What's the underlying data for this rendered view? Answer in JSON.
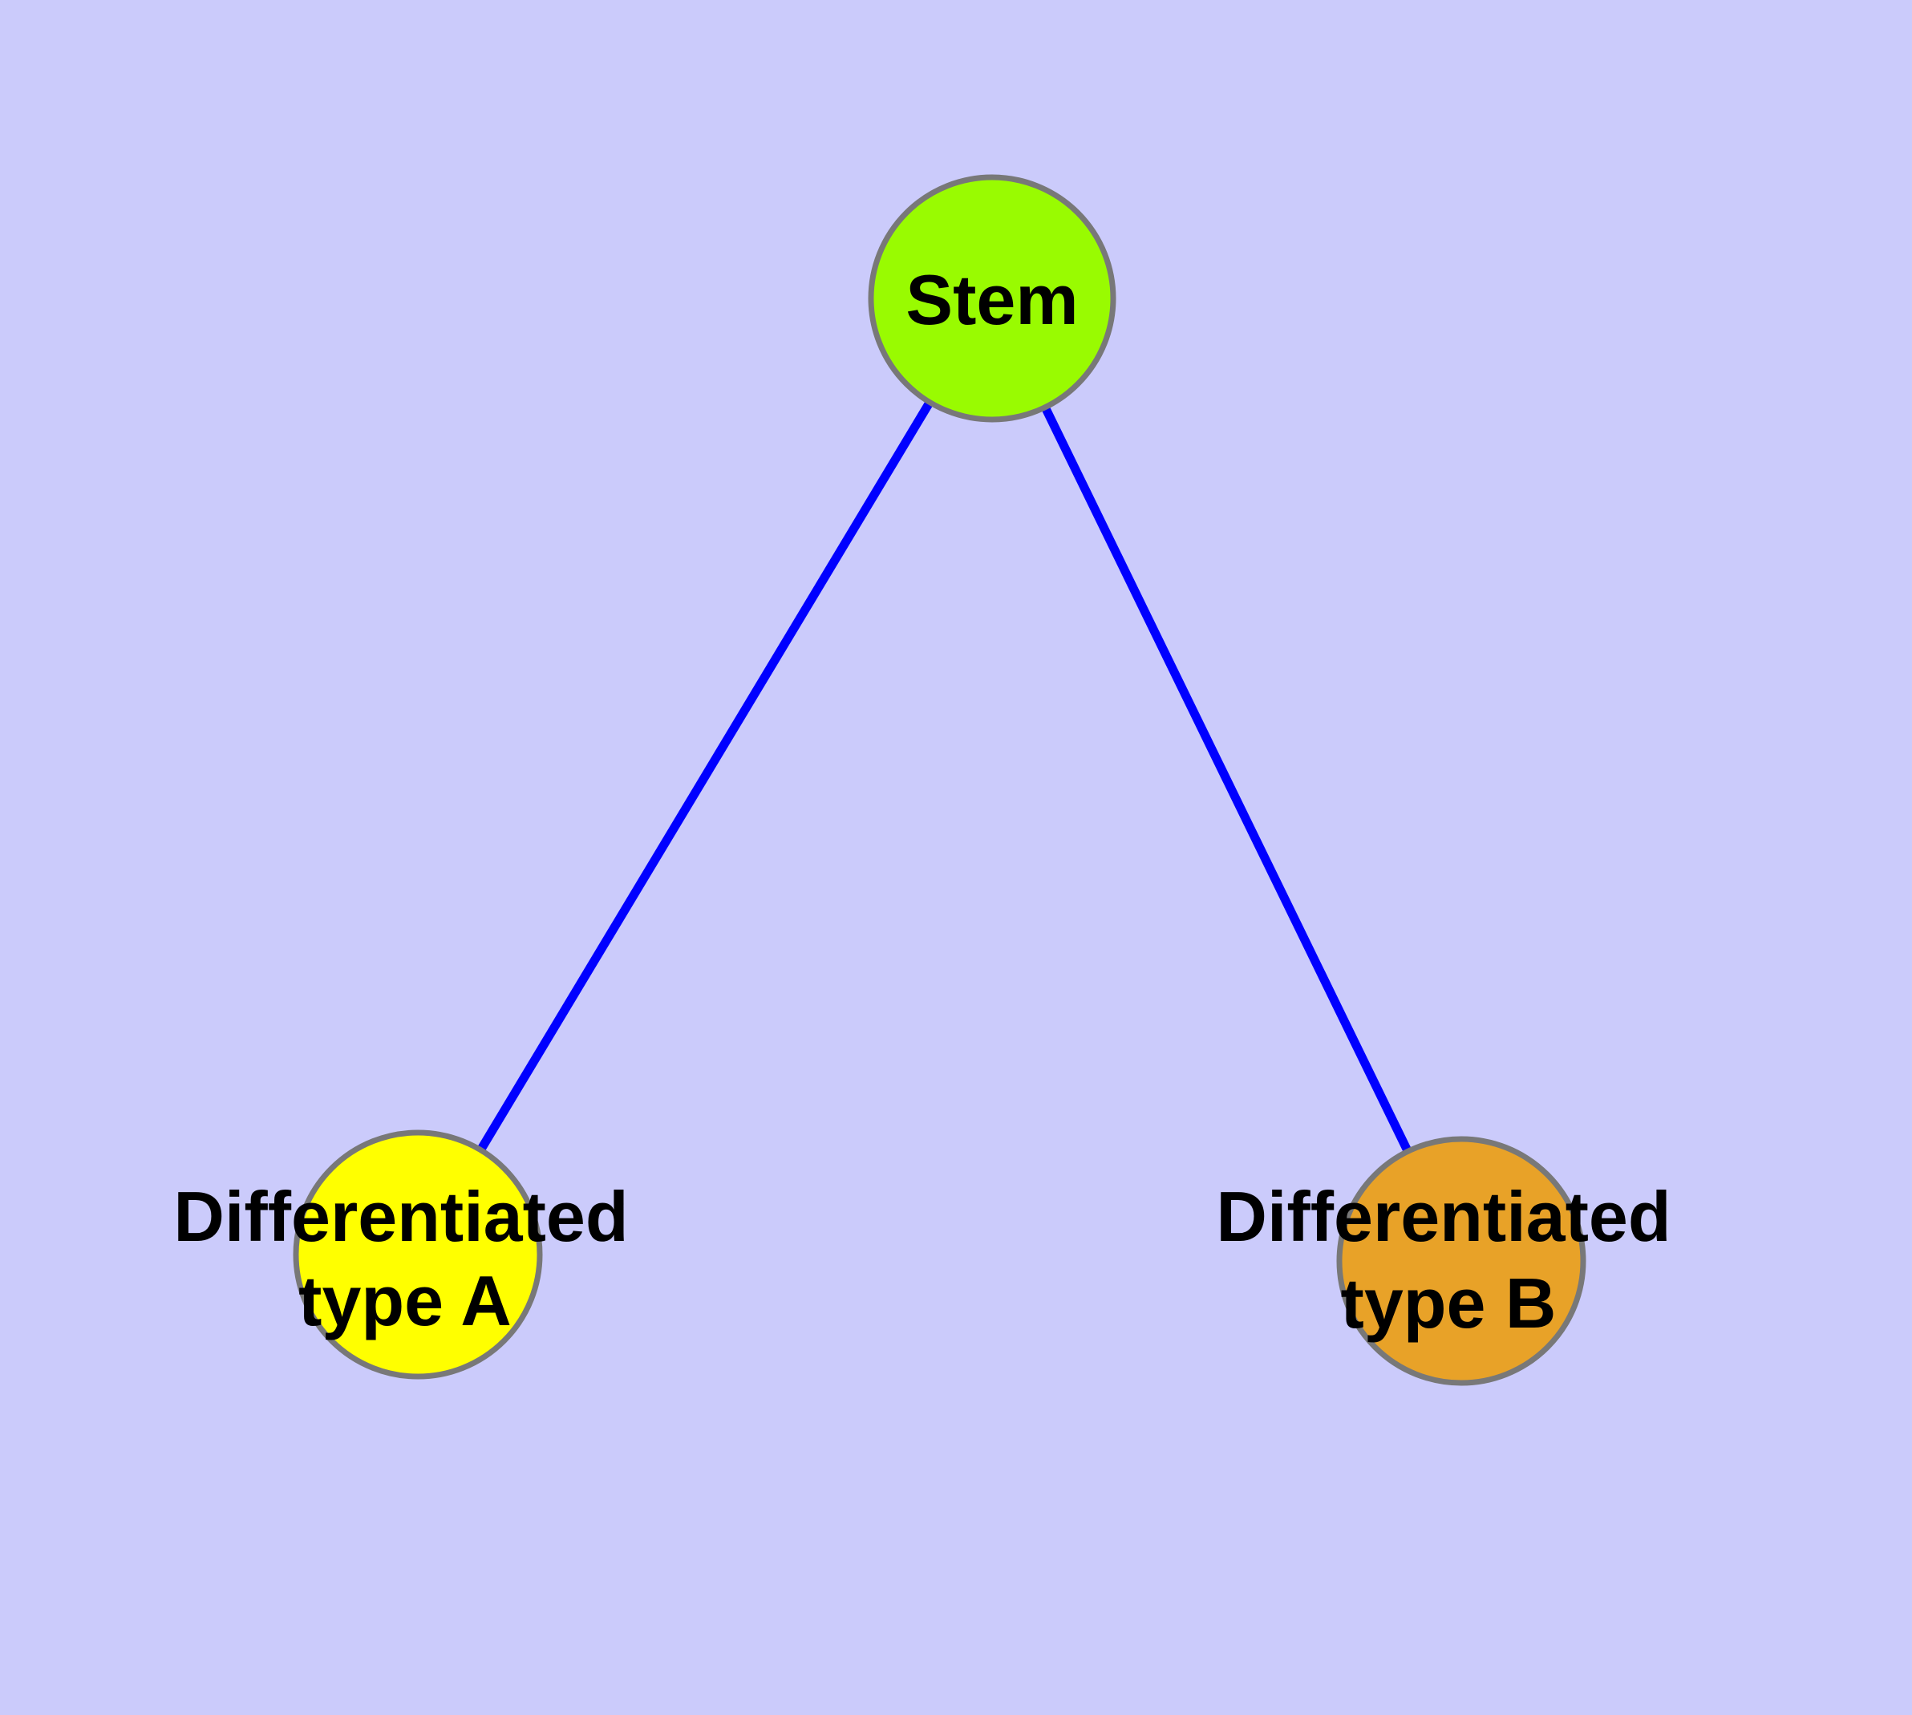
{
  "background_color": "#CBCBFB",
  "graph": {
    "type": "node-link-diagram",
    "edge_color": "#0000FF",
    "node_border_color": "#787878",
    "label_color": "#000000",
    "nodes": [
      {
        "id": "stem",
        "label": "Stem",
        "label_lines": [
          "Stem"
        ],
        "fill": "#99FB01"
      },
      {
        "id": "differentiated-type-a",
        "label": "Differentiated type A",
        "label_lines": [
          "Differentiated",
          "type A"
        ],
        "fill": "#FFFF00"
      },
      {
        "id": "differentiated-type-b",
        "label": "Differentiated type B",
        "label_lines": [
          "Differentiated",
          "type B"
        ],
        "fill": "#E8A228"
      }
    ],
    "edges": [
      {
        "from": "stem",
        "to": "differentiated-type-a"
      },
      {
        "from": "stem",
        "to": "differentiated-type-b"
      }
    ]
  }
}
